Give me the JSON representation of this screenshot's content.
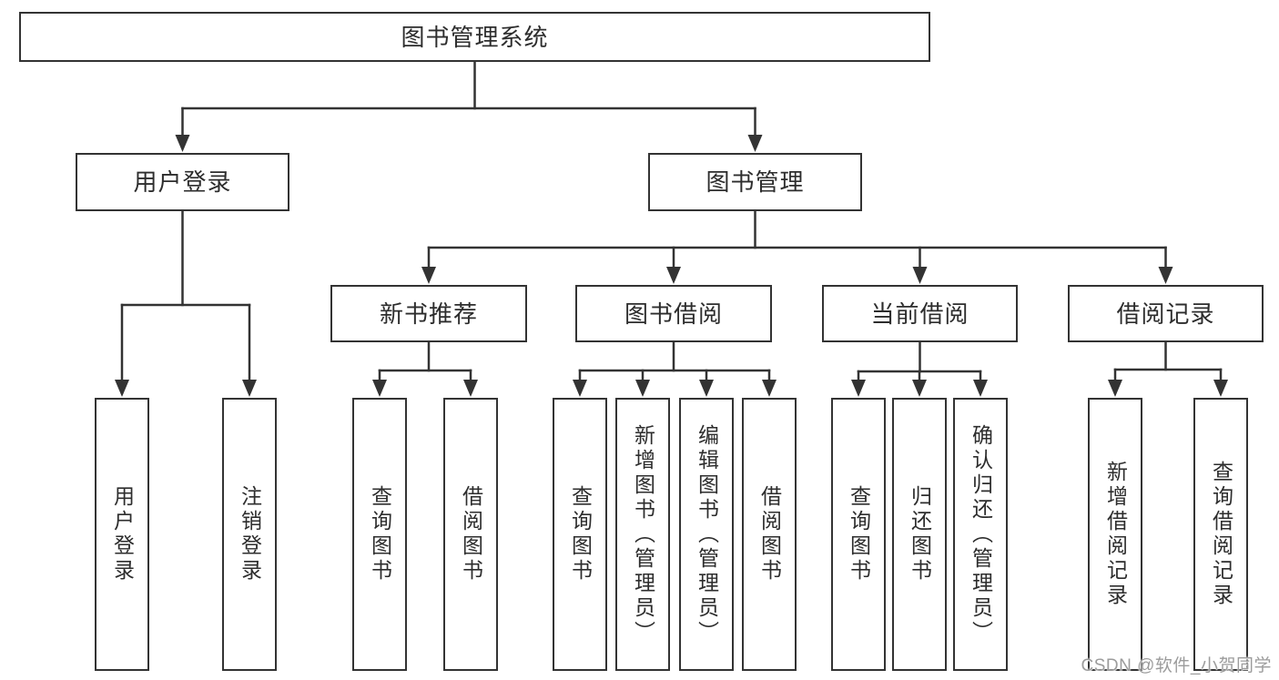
{
  "diagram": {
    "nodes": {
      "root": {
        "label": "图书管理系统"
      },
      "user_login": {
        "label": "用户登录"
      },
      "book_mgmt": {
        "label": "图书管理"
      },
      "new_book_rec": {
        "label": "新书推荐"
      },
      "book_borrow": {
        "label": "图书借阅"
      },
      "current_borrow": {
        "label": "当前借阅"
      },
      "borrow_records": {
        "label": "借阅记录"
      },
      "leaf_user_login": {
        "label": "用户登录"
      },
      "leaf_logout": {
        "label": "注销登录"
      },
      "rec_query_book": {
        "label": "查询图书"
      },
      "rec_borrow_book": {
        "label": "借阅图书"
      },
      "bb_query_book": {
        "label": "查询图书"
      },
      "bb_add_book": {
        "label": "新增图书（管理员）"
      },
      "bb_edit_book": {
        "label": "编辑图书（管理员）"
      },
      "bb_borrow_book": {
        "label": "借阅图书"
      },
      "cb_query_book": {
        "label": "查询图书"
      },
      "cb_return_book": {
        "label": "归还图书"
      },
      "cb_confirm_return": {
        "label": "确认归还（管理员）"
      },
      "br_add_record": {
        "label": "新增借阅记录"
      },
      "br_query_record": {
        "label": "查询借阅记录"
      }
    },
    "edges": [
      {
        "parent": "root",
        "children": [
          "user_login",
          "book_mgmt"
        ]
      },
      {
        "parent": "user_login",
        "children": [
          "leaf_user_login",
          "leaf_logout"
        ]
      },
      {
        "parent": "book_mgmt",
        "children": [
          "new_book_rec",
          "book_borrow",
          "current_borrow",
          "borrow_records"
        ]
      },
      {
        "parent": "new_book_rec",
        "children": [
          "rec_query_book",
          "rec_borrow_book"
        ]
      },
      {
        "parent": "book_borrow",
        "children": [
          "bb_query_book",
          "bb_add_book",
          "bb_edit_book",
          "bb_borrow_book"
        ]
      },
      {
        "parent": "current_borrow",
        "children": [
          "cb_query_book",
          "cb_return_book",
          "cb_confirm_return"
        ]
      },
      {
        "parent": "borrow_records",
        "children": [
          "br_add_record",
          "br_query_record"
        ]
      }
    ]
  },
  "watermark": {
    "text": "CSDN @软件_小贺同学"
  },
  "colors": {
    "line": "#333333",
    "box_border": "#333333",
    "text": "#2d2d2d",
    "watermark": "#9c9c9c",
    "background": "#ffffff"
  }
}
